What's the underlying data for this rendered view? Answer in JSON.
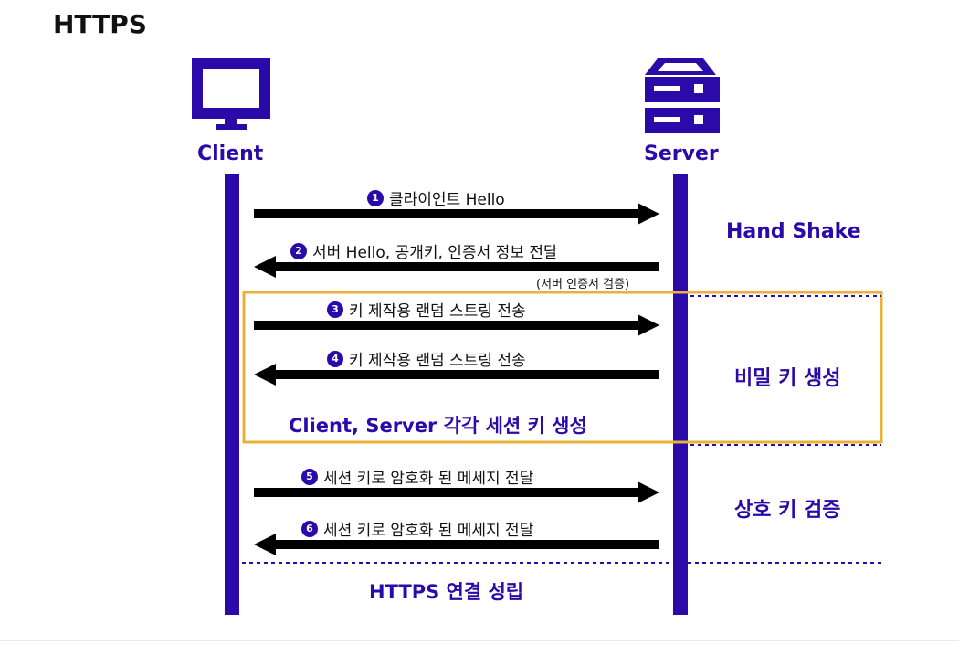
{
  "title": "HTTPS",
  "client": {
    "label": "Client",
    "icon": "monitor-icon"
  },
  "server": {
    "label": "Server",
    "icon": "server-icon"
  },
  "colors": {
    "accent": "#2a0aa8",
    "highlight_box": "#e8b23a",
    "arrow": "#000000"
  },
  "messages": [
    {
      "num": "1",
      "text": "클라이언트 Hello",
      "direction": "to-server"
    },
    {
      "num": "2",
      "text": "서버 Hello, 공개키, 인증서 정보 전달",
      "direction": "to-client",
      "note": "(서버 인증서 검증)"
    },
    {
      "num": "3",
      "text": "키 제작용 랜덤 스트링 전송",
      "direction": "to-server"
    },
    {
      "num": "4",
      "text": "키 제작용 랜덤 스트링 전송",
      "direction": "to-client"
    },
    {
      "num": "5",
      "text": "세션 키로 암호화 된 메세지 전달",
      "direction": "to-server"
    },
    {
      "num": "6",
      "text": "세션 키로 암호화 된 메세지 전달",
      "direction": "to-client"
    }
  ],
  "session_key_note": "Client, Server 각각 세션 키 생성",
  "phases": {
    "handshake": "Hand Shake",
    "secret_key": "비밀 키 생성",
    "verify": "상호 키 검증"
  },
  "established": "HTTPS 연결 성립"
}
